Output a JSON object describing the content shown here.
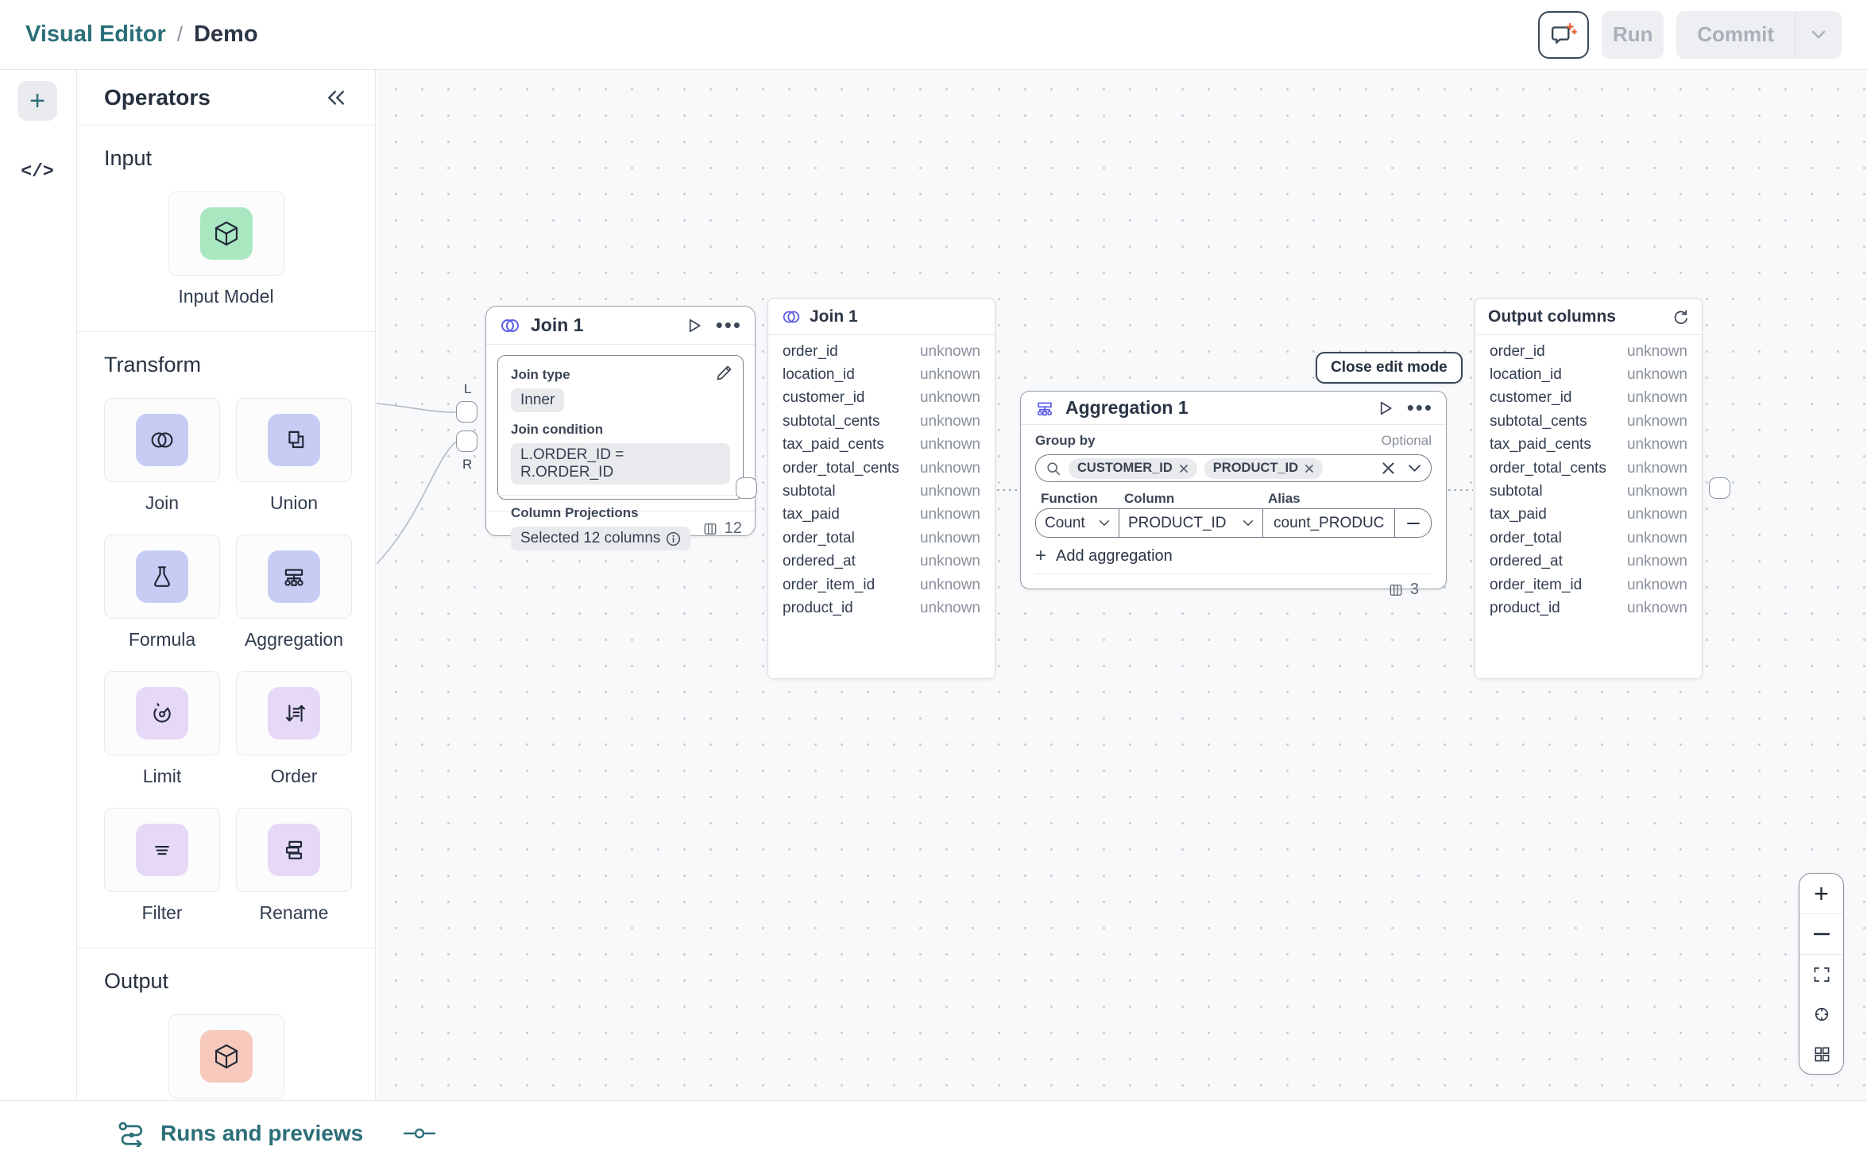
{
  "header": {
    "breadcrumb": {
      "section": "Visual Editor",
      "separator": "/",
      "page": "Demo"
    },
    "actions": {
      "run": "Run",
      "commit": "Commit"
    }
  },
  "rail": {
    "icons": [
      "plus-icon",
      "code-icon"
    ]
  },
  "operators": {
    "title": "Operators",
    "input_section": {
      "label": "Input",
      "items": [
        {
          "label": "Input Model",
          "icon": "cube-icon",
          "tile_color": "#a9e7c1"
        }
      ]
    },
    "transform_section": {
      "label": "Transform",
      "items": [
        {
          "label": "Join",
          "icon": "join-circles-icon",
          "tile_color": "#c7ccf4"
        },
        {
          "label": "Union",
          "icon": "union-squares-icon",
          "tile_color": "#c7ccf4"
        },
        {
          "label": "Formula",
          "icon": "flask-icon",
          "tile_color": "#c7ccf4"
        },
        {
          "label": "Aggregation",
          "icon": "aggregate-tree-icon",
          "tile_color": "#c7ccf4"
        },
        {
          "label": "Limit",
          "icon": "gauge-icon",
          "tile_color": "#e6d8f7"
        },
        {
          "label": "Order",
          "icon": "sort-arrows-icon",
          "tile_color": "#e6d8f7"
        },
        {
          "label": "Filter",
          "icon": "filter-lines-icon",
          "tile_color": "#e6d8f7"
        },
        {
          "label": "Rename",
          "icon": "stacked-layers-icon",
          "tile_color": "#e6d8f7"
        }
      ]
    },
    "output_section": {
      "label": "Output",
      "items": [
        {
          "label": "",
          "icon": "cube-icon",
          "tile_color": "#f6c9bc"
        }
      ]
    }
  },
  "canvas": {
    "join_node": {
      "title": "Join 1",
      "join_type_label": "Join type",
      "join_type_value": "Inner",
      "join_condition_label": "Join condition",
      "join_condition_value": "L.ORDER_ID = R.ORDER_ID",
      "projections_label": "Column Projections",
      "projections_value": "Selected 12 columns",
      "column_count": "12",
      "port_left_label": "L",
      "port_right_label": "R"
    },
    "join_columns_panel": {
      "title": "Join 1",
      "columns": [
        {
          "name": "order_id",
          "type": "unknown"
        },
        {
          "name": "location_id",
          "type": "unknown"
        },
        {
          "name": "customer_id",
          "type": "unknown"
        },
        {
          "name": "subtotal_cents",
          "type": "unknown"
        },
        {
          "name": "tax_paid_cents",
          "type": "unknown"
        },
        {
          "name": "order_total_cents",
          "type": "unknown"
        },
        {
          "name": "subtotal",
          "type": "unknown"
        },
        {
          "name": "tax_paid",
          "type": "unknown"
        },
        {
          "name": "order_total",
          "type": "unknown"
        },
        {
          "name": "ordered_at",
          "type": "unknown"
        },
        {
          "name": "order_item_id",
          "type": "unknown"
        },
        {
          "name": "product_id",
          "type": "unknown"
        }
      ]
    },
    "close_edit_button": "Close edit mode",
    "aggregation_node": {
      "title": "Aggregation 1",
      "group_by": {
        "label": "Group by",
        "optional_label": "Optional",
        "chips": [
          "CUSTOMER_ID",
          "PRODUCT_ID"
        ]
      },
      "aggregation_row": {
        "function_label": "Function",
        "column_label": "Column",
        "alias_label": "Alias",
        "function_value": "Count",
        "column_value": "PRODUCT_ID",
        "alias_value": "count_PRODUCT_ID"
      },
      "add_label": "Add aggregation",
      "column_count": "3"
    },
    "output_panel": {
      "title": "Output columns",
      "columns": [
        {
          "name": "order_id",
          "type": "unknown"
        },
        {
          "name": "location_id",
          "type": "unknown"
        },
        {
          "name": "customer_id",
          "type": "unknown"
        },
        {
          "name": "subtotal_cents",
          "type": "unknown"
        },
        {
          "name": "tax_paid_cents",
          "type": "unknown"
        },
        {
          "name": "order_total_cents",
          "type": "unknown"
        },
        {
          "name": "subtotal",
          "type": "unknown"
        },
        {
          "name": "tax_paid",
          "type": "unknown"
        },
        {
          "name": "order_total",
          "type": "unknown"
        },
        {
          "name": "ordered_at",
          "type": "unknown"
        },
        {
          "name": "order_item_id",
          "type": "unknown"
        },
        {
          "name": "product_id",
          "type": "unknown"
        }
      ]
    }
  },
  "bottom_bar": {
    "runs_label": "Runs and previews"
  },
  "colors": {
    "teal": "#2b6f78",
    "indigo": "#5c60e8",
    "sparkle_orange": "#e8643c",
    "canvas_bg": "#f8f9fa",
    "muted_text": "#8a919d"
  }
}
